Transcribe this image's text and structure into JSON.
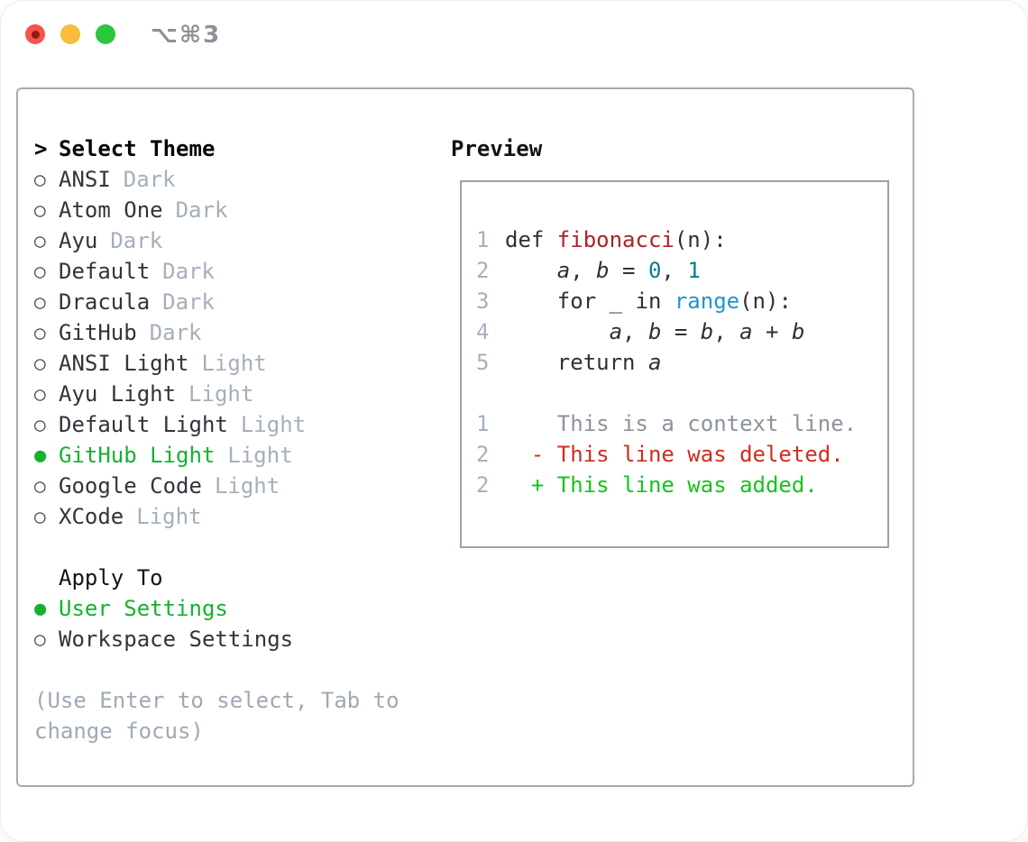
{
  "titlebar": {
    "title": "⌥⌘3",
    "traffic_lights": {
      "close": "#f4544e",
      "close_dot": "#8f1d12",
      "minimize": "#f7bd3b",
      "zoom": "#2cc63f"
    }
  },
  "selector": {
    "prompt": ">",
    "title": "Select Theme",
    "bullet_selected": "●",
    "bullet_unselected": "○",
    "themes": [
      {
        "name": "ANSI",
        "variant": "Dark",
        "selected": false
      },
      {
        "name": "Atom One",
        "variant": "Dark",
        "selected": false
      },
      {
        "name": "Ayu",
        "variant": "Dark",
        "selected": false
      },
      {
        "name": "Default",
        "variant": "Dark",
        "selected": false
      },
      {
        "name": "Dracula",
        "variant": "Dark",
        "selected": false
      },
      {
        "name": "GitHub",
        "variant": "Dark",
        "selected": false
      },
      {
        "name": "ANSI Light",
        "variant": "Light",
        "selected": false
      },
      {
        "name": "Ayu Light",
        "variant": "Light",
        "selected": false
      },
      {
        "name": "Default Light",
        "variant": "Light",
        "selected": false
      },
      {
        "name": "GitHub Light",
        "variant": "Light",
        "selected": true
      },
      {
        "name": "Google Code",
        "variant": "Light",
        "selected": false
      },
      {
        "name": "XCode",
        "variant": "Light",
        "selected": false
      }
    ],
    "apply_to": {
      "title": "Apply To",
      "options": [
        {
          "name": "User Settings",
          "selected": true
        },
        {
          "name": "Workspace Settings",
          "selected": false
        }
      ]
    },
    "hint_lines": [
      "(Use Enter to select, Tab to",
      "change focus)"
    ]
  },
  "preview": {
    "title": "Preview",
    "lines": [
      {
        "num": "1",
        "segments": [
          {
            "text": "def ",
            "color": "fg"
          },
          {
            "text": "fibonacci",
            "color": "function"
          },
          {
            "text": "(n):",
            "color": "fg"
          }
        ]
      },
      {
        "num": "2",
        "segments": [
          {
            "text": "    ",
            "color": "fg"
          },
          {
            "text": "a",
            "color": "fg",
            "italic": true
          },
          {
            "text": ", ",
            "color": "fg"
          },
          {
            "text": "b",
            "color": "fg",
            "italic": true
          },
          {
            "text": " = ",
            "color": "fg"
          },
          {
            "text": "0",
            "color": "number"
          },
          {
            "text": ", ",
            "color": "fg"
          },
          {
            "text": "1",
            "color": "number"
          }
        ]
      },
      {
        "num": "3",
        "segments": [
          {
            "text": "    for _ in ",
            "color": "fg"
          },
          {
            "text": "range",
            "color": "builtin"
          },
          {
            "text": "(n):",
            "color": "fg"
          }
        ]
      },
      {
        "num": "4",
        "segments": [
          {
            "text": "        ",
            "color": "fg"
          },
          {
            "text": "a",
            "color": "fg",
            "italic": true
          },
          {
            "text": ", ",
            "color": "fg"
          },
          {
            "text": "b",
            "color": "fg",
            "italic": true
          },
          {
            "text": " = ",
            "color": "fg"
          },
          {
            "text": "b",
            "color": "fg",
            "italic": true
          },
          {
            "text": ", ",
            "color": "fg"
          },
          {
            "text": "a",
            "color": "fg",
            "italic": true
          },
          {
            "text": " + ",
            "color": "fg"
          },
          {
            "text": "b",
            "color": "fg",
            "italic": true
          }
        ]
      },
      {
        "num": "5",
        "segments": [
          {
            "text": "    return ",
            "color": "fg"
          },
          {
            "text": "a",
            "color": "fg",
            "italic": true
          }
        ]
      },
      {
        "num": "",
        "segments": []
      },
      {
        "num": "1",
        "segments": [
          {
            "text": "    This is a context line.",
            "color": "context"
          }
        ]
      },
      {
        "num": "2",
        "segments": [
          {
            "text": "  - This line was deleted.",
            "color": "deleted"
          }
        ]
      },
      {
        "num": "2",
        "segments": [
          {
            "text": "  + This line was added.",
            "color": "added"
          }
        ]
      }
    ]
  },
  "colors": {
    "fg": "#2d3238",
    "function": "#ad2126",
    "builtin": "#1e96d2",
    "number": "#0c7f85",
    "context": "#8c939b",
    "deleted": "#ce2e1e",
    "added": "#15c41c",
    "line_number": "#a6b0bc",
    "selected_green": "#13b32f",
    "muted": "#a5afbb",
    "hint": "#9fa9b4",
    "item": "#30353b",
    "bullet": "#3f444a",
    "panel_border": "#a2acb6",
    "preview_border": "#98a2ac",
    "title_gray": "#8b9199"
  }
}
